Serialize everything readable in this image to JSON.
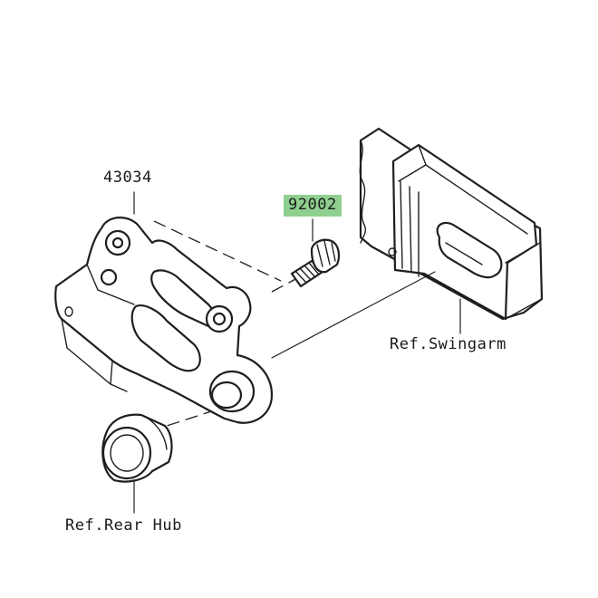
{
  "labels": {
    "caliper_bracket": "43034",
    "bolt": "92002",
    "swingarm": "Ref.Swingarm",
    "rear_hub": "Ref.Rear Hub"
  },
  "colors": {
    "highlight": "#8fcf8f",
    "ink": "#1f1f1f"
  }
}
